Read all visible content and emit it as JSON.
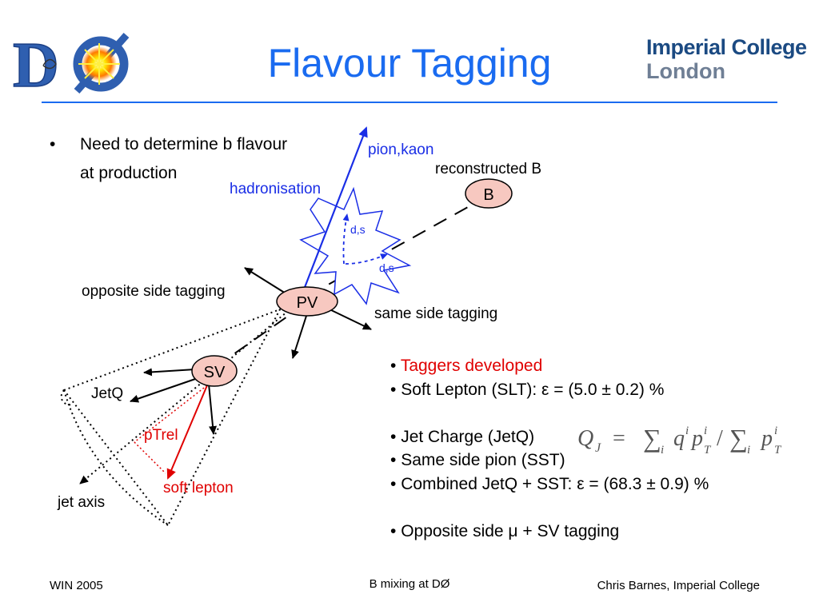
{
  "header": {
    "title": "Flavour Tagging",
    "left_logo": {
      "text": "DØ",
      "icon": "d0-experiment-logo"
    },
    "right_logo": {
      "line1": "Imperial College",
      "line2": "London"
    }
  },
  "main_bullet": {
    "line1": "Need to determine b flavour",
    "line2": "at production"
  },
  "diagram": {
    "labels": {
      "pion_kaon": "pion,kaon",
      "reconstructed_b": "reconstructed B",
      "hadronisation": "hadronisation",
      "quark1": "d,s",
      "quark2": "d,s",
      "b_node": "B",
      "opposite_side": "opposite side tagging",
      "pv_node": "PV",
      "same_side": "same side tagging",
      "sv_node": "SV",
      "jetq": "JetQ",
      "ptrel": "pTrel",
      "soft_lepton": "soft lepton",
      "jet_axis": "jet axis"
    },
    "colors": {
      "blue": "#1a2ee6",
      "red": "#e00000",
      "node_fill": "#f7c8c0"
    }
  },
  "notes": {
    "heading": "Taggers developed",
    "slt": "Soft Lepton (SLT): ε = (5.0 ± 0.2) %",
    "jetq": "Jet Charge (JetQ)",
    "sst": "Same side pion (SST)",
    "combined": "Combined JetQ + SST: ε = (68.3 ± 0.9) %",
    "opposite": "Opposite side μ + SV tagging"
  },
  "formula": {
    "lhs": "Q",
    "lhs_sub": "J",
    "eq": "=",
    "sum": "∑",
    "idx": "i",
    "q": "q",
    "sup_i": "i",
    "p": "p",
    "T": "T",
    "slash": "/"
  },
  "footer": {
    "left": "WIN 2005",
    "center": "B mixing at DØ",
    "right": "Chris Barnes, Imperial College"
  }
}
